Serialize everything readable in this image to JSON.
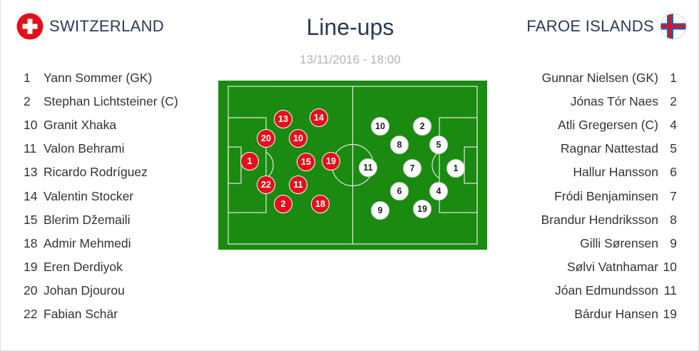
{
  "title": "Line-ups",
  "match_datetime": "13/11/2016 - 18:00",
  "home": {
    "name": "SWITZERLAND",
    "flag_colors": {
      "field": "#e3101c",
      "cross": "#ffffff"
    },
    "kit_color": "#e3101c",
    "players": [
      {
        "number": "1",
        "name": "Yann Sommer (GK)"
      },
      {
        "number": "2",
        "name": "Stephan Lichtsteiner (C)"
      },
      {
        "number": "10",
        "name": "Granit Xhaka"
      },
      {
        "number": "11",
        "name": "Valon Behrami"
      },
      {
        "number": "13",
        "name": "Ricardo Rodríguez"
      },
      {
        "number": "14",
        "name": "Valentin Stocker"
      },
      {
        "number": "15",
        "name": "Blerim Džemaili"
      },
      {
        "number": "18",
        "name": "Admir Mehmedi"
      },
      {
        "number": "19",
        "name": "Eren Derdiyok"
      },
      {
        "number": "20",
        "name": "Johan Djourou"
      },
      {
        "number": "22",
        "name": "Fabian Schär"
      }
    ],
    "pitch_markers": [
      "13",
      "14",
      "20",
      "10",
      "1",
      "15",
      "19",
      "22",
      "11",
      "2",
      "18"
    ]
  },
  "away": {
    "name": "FAROE ISLANDS",
    "flag_colors": {
      "field": "#ffffff",
      "outer_cross": "#1f5fb4",
      "inner_cross": "#e3101c"
    },
    "kit_color": "#ffffff",
    "players": [
      {
        "number": "1",
        "name": "Gunnar Nielsen (GK)"
      },
      {
        "number": "2",
        "name": "Jónas Tór Naes"
      },
      {
        "number": "4",
        "name": "Atli Gregersen (C)"
      },
      {
        "number": "5",
        "name": "Ragnar Nattestad"
      },
      {
        "number": "6",
        "name": "Hallur Hansson"
      },
      {
        "number": "7",
        "name": "Fródi Benjaminsen"
      },
      {
        "number": "8",
        "name": "Brandur Hendriksson"
      },
      {
        "number": "9",
        "name": "Gilli Sørensen"
      },
      {
        "number": "10",
        "name": "Sølvi Vatnhamar"
      },
      {
        "number": "11",
        "name": "Jóan Edmundsson"
      },
      {
        "number": "19",
        "name": "Bárdur Hansen"
      }
    ],
    "pitch_markers": [
      "10",
      "2",
      "8",
      "5",
      "11",
      "7",
      "1",
      "6",
      "4",
      "9",
      "19"
    ]
  },
  "pitch": {
    "grass_color": "#1a8a11",
    "line_color": "#ffffff"
  }
}
